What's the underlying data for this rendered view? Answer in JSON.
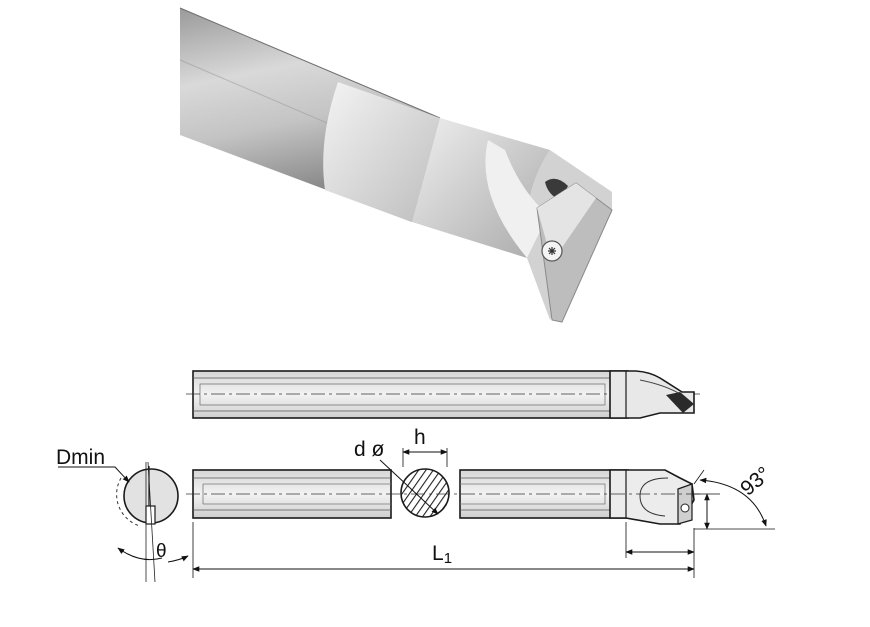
{
  "labels": {
    "dmin": "Dmin",
    "d_phi": "d ø",
    "h": "h",
    "l1": "L",
    "l1_sub": "1",
    "angle": "93°",
    "theta": "θ"
  },
  "colors": {
    "bar_dark": "#7c7c7c",
    "bar_mid": "#bfbfbf",
    "bar_light": "#ececec",
    "outline": "#1a1a1a",
    "hatch": "#222222"
  }
}
